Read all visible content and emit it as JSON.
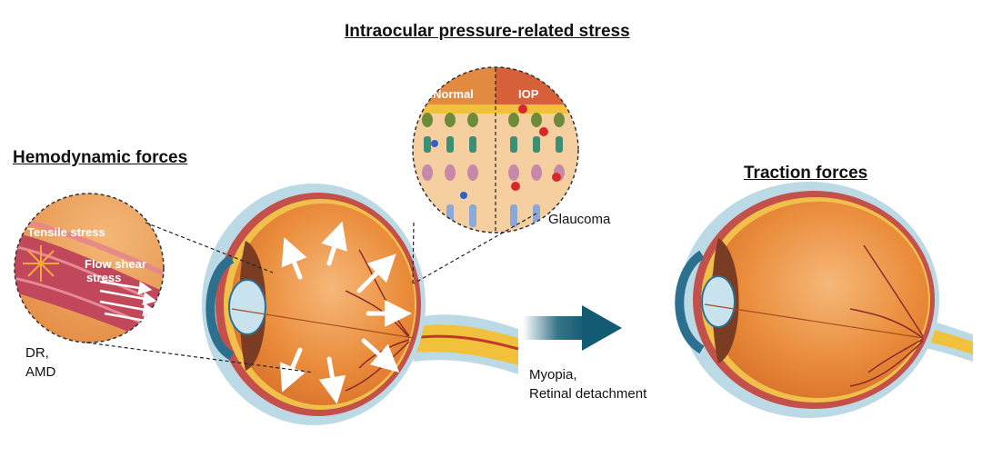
{
  "headings": {
    "iop": "Intraocular pressure-related stress",
    "hemodynamic": "Hemodynamic forces",
    "traction": "Traction forces"
  },
  "zoom_labels": {
    "tensile": "Tensile stress",
    "flow_shear_line1": "Flow shear",
    "flow_shear_line2": "stress",
    "normal": "Normal",
    "iop": "IOP"
  },
  "captions": {
    "glaucoma": "Glaucoma",
    "dr": "DR,",
    "amd": "AMD",
    "myopia": "Myopia,",
    "retinal_detachment": "Retinal detachment"
  },
  "colors": {
    "eye_orange": "#e8913a",
    "sclera_blue": "#bcd9e6",
    "vessel_red": "#c0392b",
    "arrow_teal": "#135b73",
    "zoom_peach": "#f5cfa0"
  },
  "icons": [
    "eye-cross-section",
    "pressure-arrows",
    "transition-arrow",
    "retina-cells",
    "blood-vessel"
  ]
}
